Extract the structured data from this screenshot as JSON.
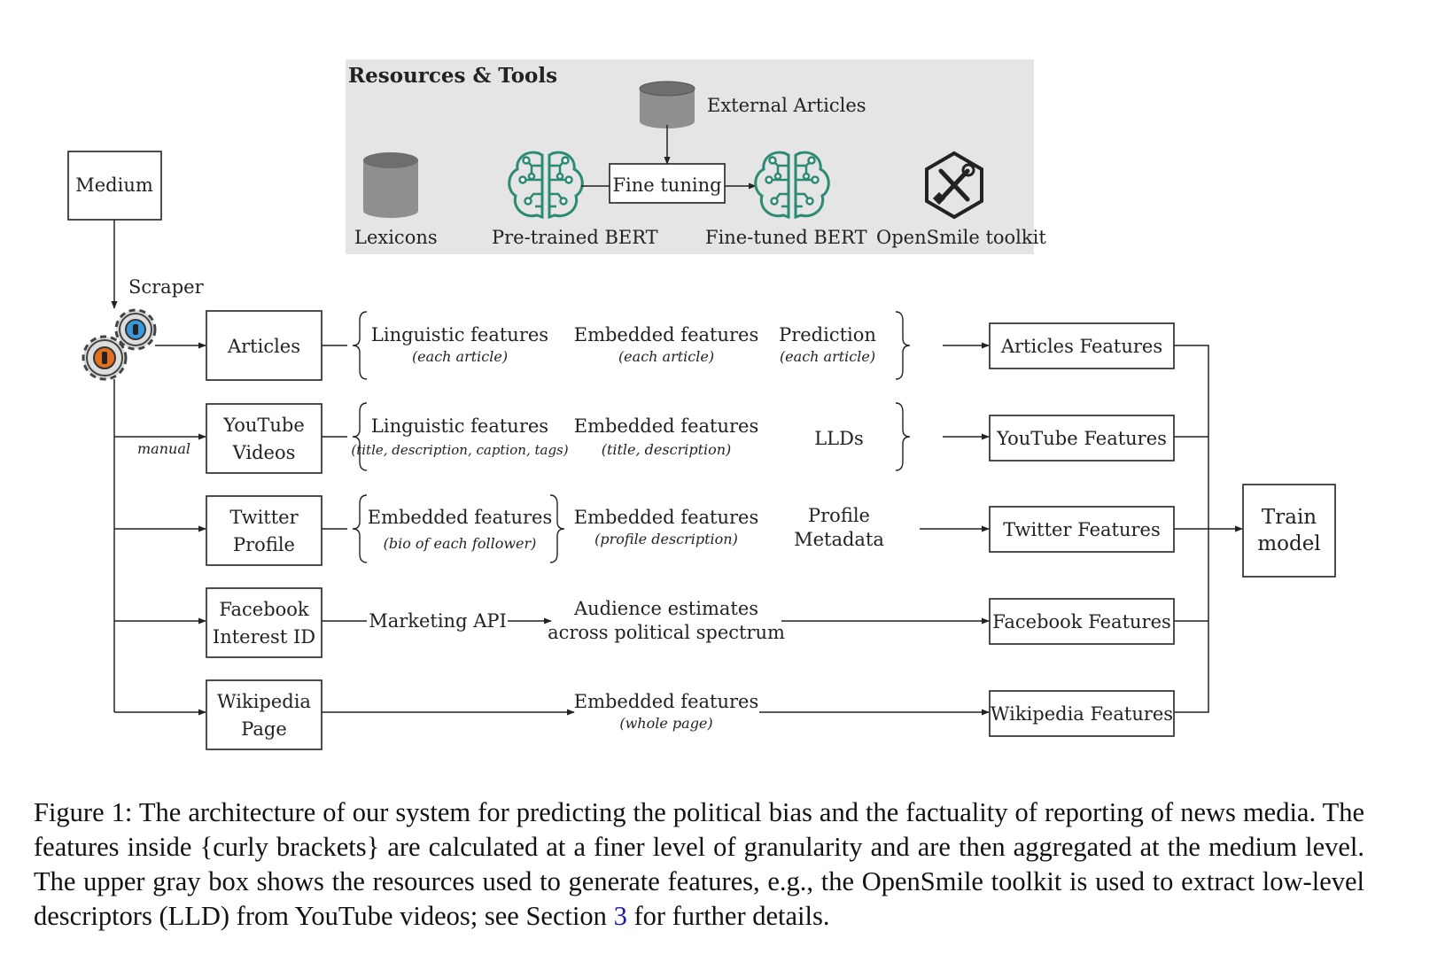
{
  "colors": {
    "resources_bg": "#e5e5e5",
    "bert_teal": "#2a8a73",
    "cylinder_gray": "#8f8f8f",
    "gear_blue": "#3a9ad9",
    "gear_orange": "#e0701f",
    "caption_link": "#1a1aa6"
  },
  "resources": {
    "title": "Resources & Tools",
    "external_articles": "External Articles",
    "fine_tuning": "Fine tuning",
    "lexicons": "Lexicons",
    "pretrained_bert": "Pre-trained BERT",
    "finetuned_bert": "Fine-tuned BERT",
    "opensmile": "OpenSmile toolkit",
    "icons": [
      "database-icon",
      "neural-brain-icon",
      "tools-hexagon-icon"
    ]
  },
  "medium": "Medium",
  "scraper": "Scraper",
  "manual": "manual",
  "sources": {
    "articles": "Articles",
    "youtube_1": "YouTube",
    "youtube_2": "Videos",
    "twitter_1": "Twitter",
    "twitter_2": "Profile",
    "facebook_1": "Facebook",
    "facebook_2": "Interest ID",
    "wikipedia_1": "Wikipedia",
    "wikipedia_2": "Page"
  },
  "features": {
    "art_ling": "Linguistic features",
    "art_ling_sub": "(each article)",
    "art_emb": "Embedded features",
    "art_emb_sub": "(each article)",
    "art_pred": "Prediction",
    "art_pred_sub": "(each article)",
    "yt_ling": "Linguistic features",
    "yt_ling_sub": "(title, description, caption, tags)",
    "yt_emb": "Embedded features",
    "yt_emb_sub": "(title, description)",
    "yt_lld": "LLDs",
    "tw_emb1": "Embedded features",
    "tw_emb1_sub": "(bio of each follower)",
    "tw_emb2": "Embedded features",
    "tw_emb2_sub": "(profile description)",
    "tw_meta_1": "Profile",
    "tw_meta_2": "Metadata",
    "fb_api": "Marketing API",
    "fb_aud_1": "Audience estimates",
    "fb_aud_2": "across political spectrum",
    "wiki_emb": "Embedded features",
    "wiki_emb_sub": "(whole page)"
  },
  "outputs": {
    "articles": "Articles Features",
    "youtube": "YouTube Features",
    "twitter": "Twitter Features",
    "facebook": "Facebook Features",
    "wikipedia": "Wikipedia Features"
  },
  "train_1": "Train",
  "train_2": "model",
  "caption": {
    "before": "Figure 1: The architecture of our system for predicting the political bias and the factuality of reporting of news media. The features inside {curly brackets} are calculated at a finer level of granularity and are then aggregated at the medium level. The upper gray box shows the resources used to generate features, e.g., the OpenSmile toolkit is used to extract low-level descriptors (LLD) from YouTube videos; see Section ",
    "ref": "3",
    "after": " for further details."
  }
}
